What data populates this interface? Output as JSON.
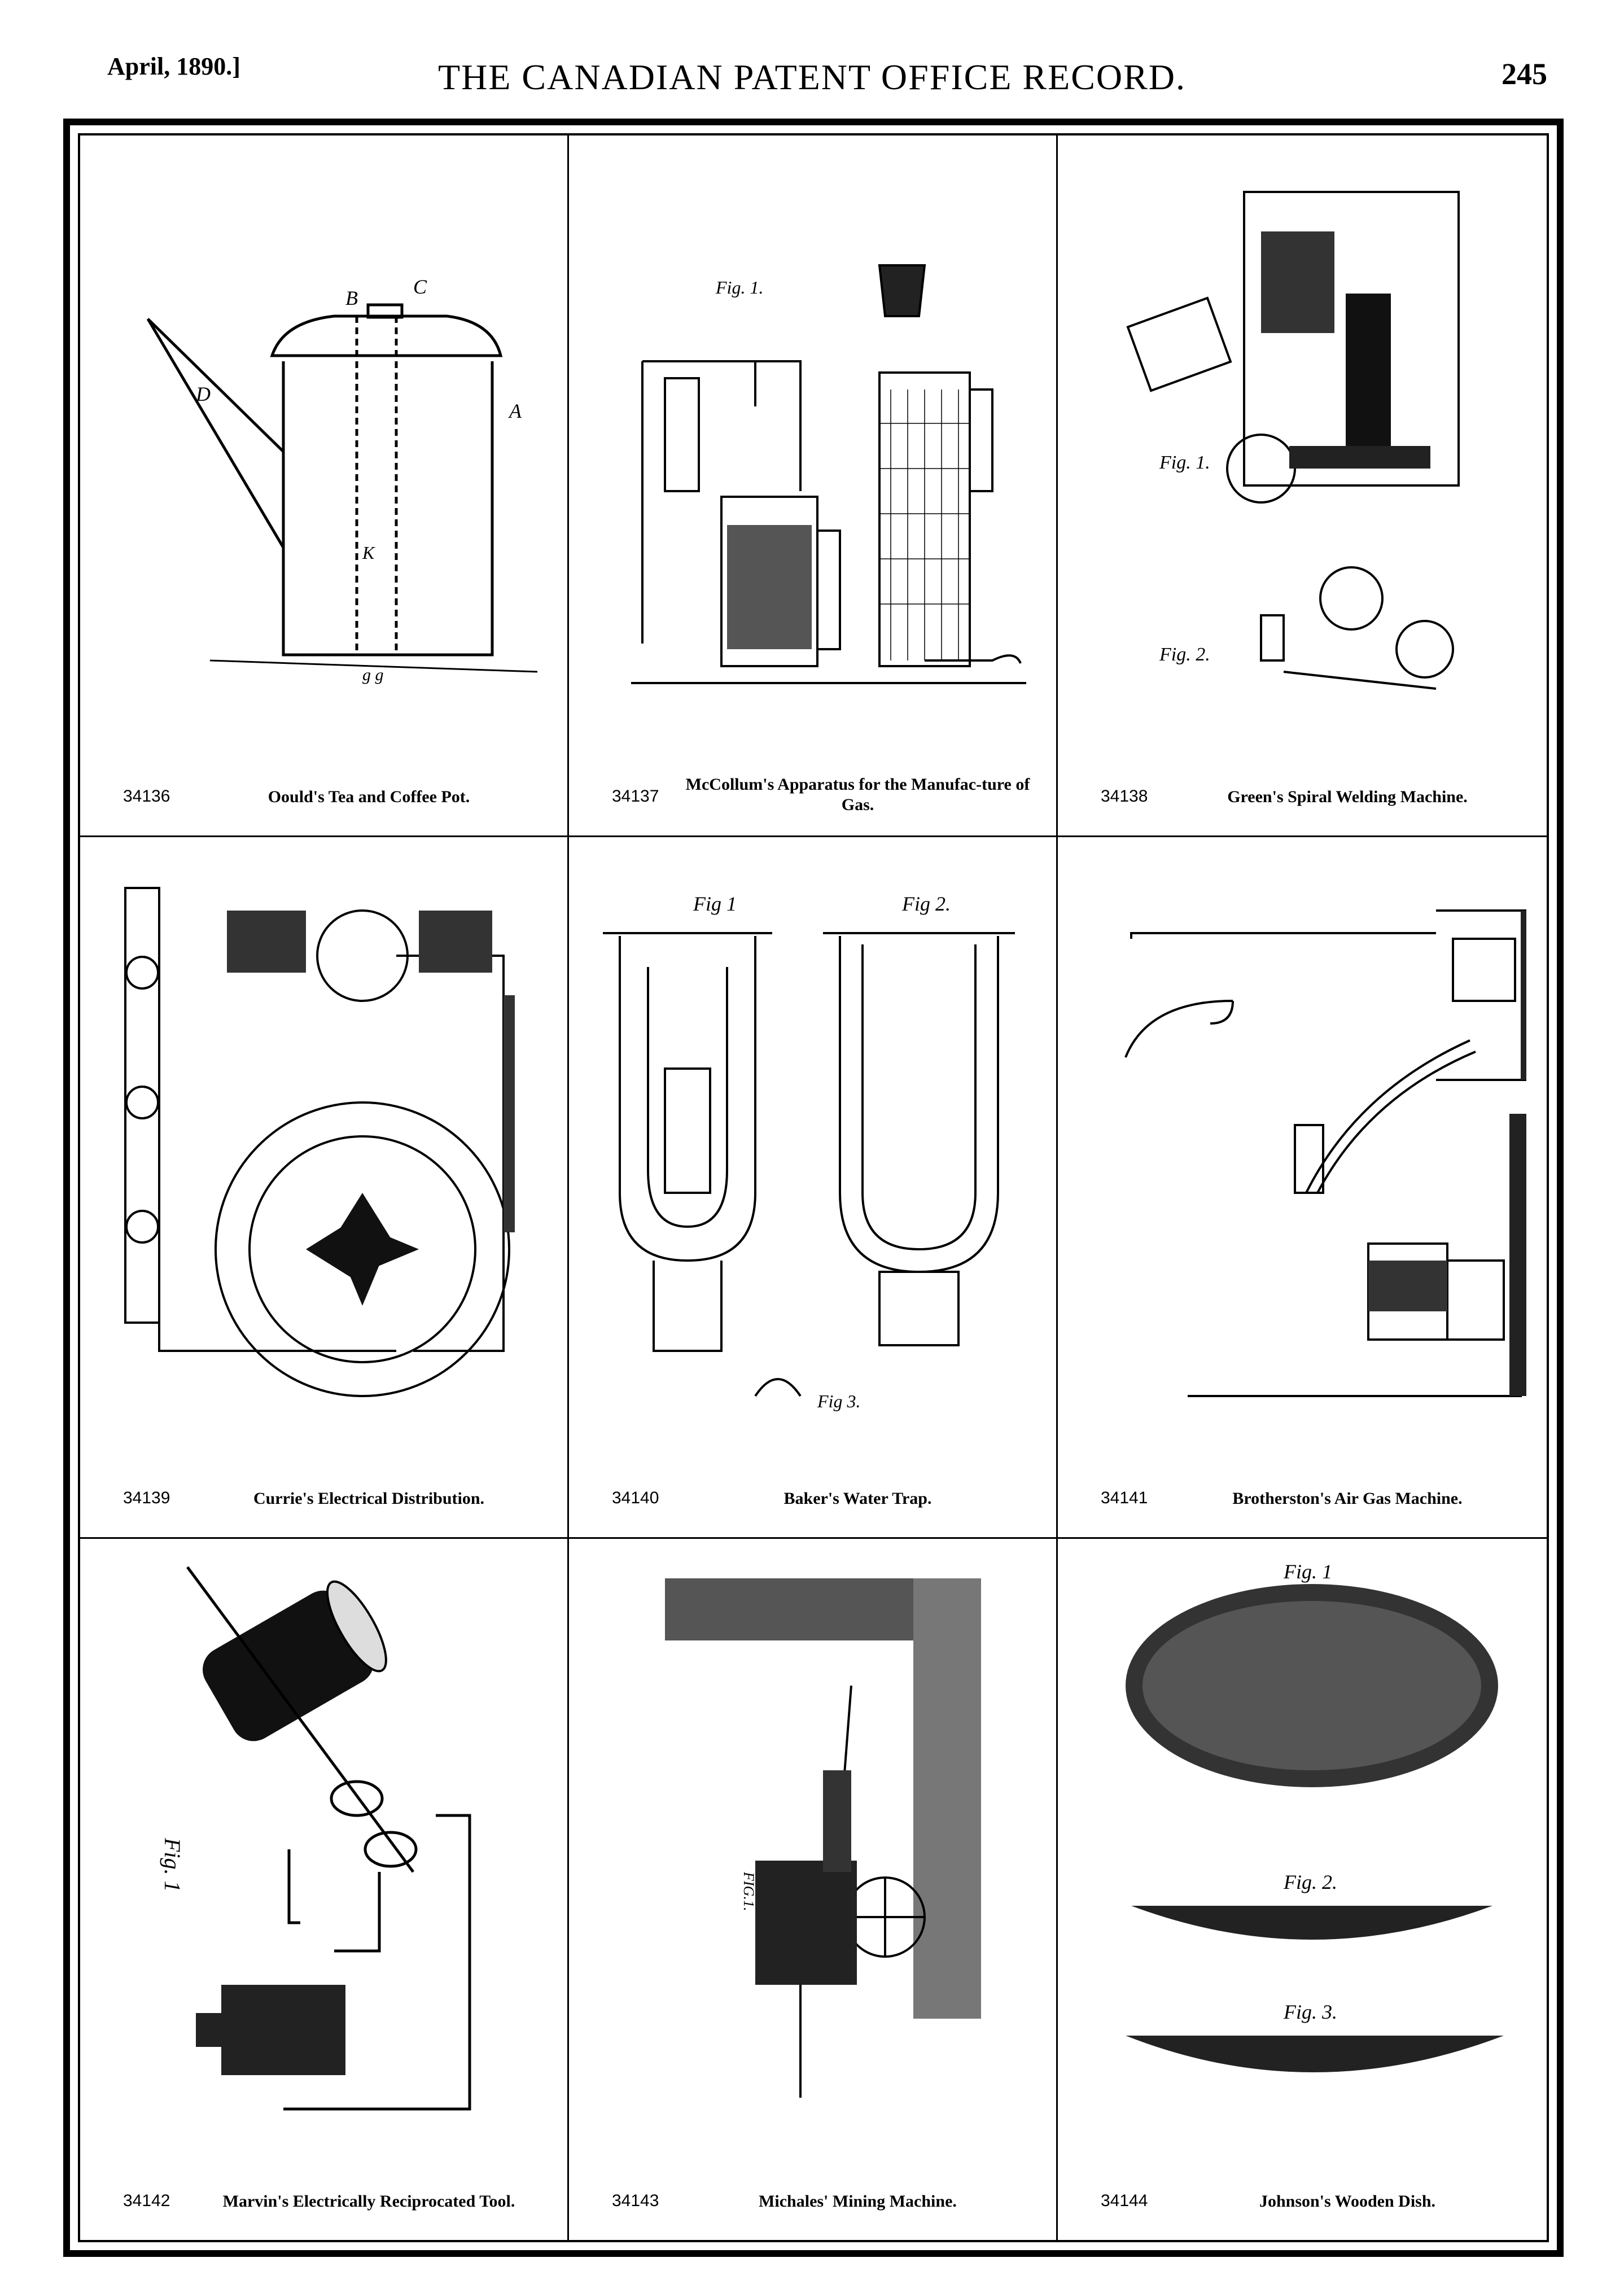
{
  "header": {
    "date": "April, 1890.]",
    "title": "THE CANADIAN PATENT OFFICE RECORD.",
    "page_number": "245"
  },
  "patents": [
    {
      "number": "34136",
      "caption": "Oould's Tea and Coffee Pot."
    },
    {
      "number": "34137",
      "caption": "McCollum's Apparatus for the Manufac-ture of Gas."
    },
    {
      "number": "34138",
      "caption": "Green's Spiral Welding Machine."
    },
    {
      "number": "34139",
      "caption": "Currie's Electrical Distribution."
    },
    {
      "number": "34140",
      "caption": "Baker's Water Trap."
    },
    {
      "number": "34141",
      "caption": "Brotherston's Air Gas Machine."
    },
    {
      "number": "34142",
      "caption": "Marvin's Electrically Reciprocated Tool."
    },
    {
      "number": "34143",
      "caption": "Michales' Mining Machine."
    },
    {
      "number": "34144",
      "caption": "Johnson's Wooden Dish."
    }
  ],
  "figure_labels": {
    "gas_fig": "Fig. 1.",
    "weld_fig1": "Fig. 1.",
    "weld_fig2": "Fig. 2.",
    "trap_fig1": "Fig 1",
    "trap_fig2": "Fig 2.",
    "trap_fig3": "Fig 3.",
    "tool_fig": "Fig. 1",
    "mining_fig": "FIG.1.",
    "dish_fig1": "Fig. 1",
    "dish_fig2": "Fig. 2.",
    "dish_fig3": "Fig. 3."
  }
}
